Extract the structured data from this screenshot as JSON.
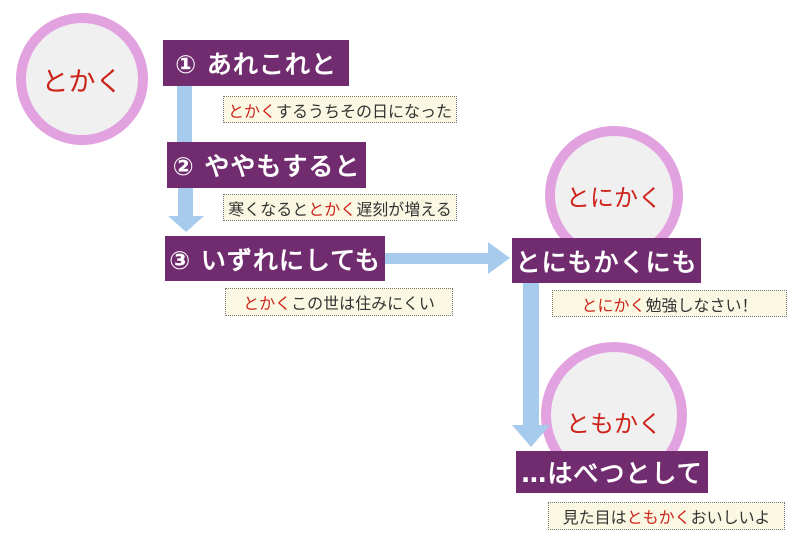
{
  "palette": {
    "box_purple": "#702c6f",
    "circle_ring_pink": "#e2a2df",
    "circle_fill_gray": "#f1f0f1",
    "arrow_blue": "#a6cbec",
    "highlight_red": "#cc231b",
    "example_bg_cream": "#faf8e3",
    "example_border": "#777777",
    "example_text": "#333333",
    "box_text": "#ffffff",
    "page_bg": "#ffffff"
  },
  "circles": {
    "tokaku": {
      "label": "とかく"
    },
    "tonikaku": {
      "label": "とにかく"
    },
    "tomokaku": {
      "label": "ともかく"
    }
  },
  "boxes": {
    "sense1": {
      "label": "① あれこれと"
    },
    "sense2": {
      "label": "② ややもすると"
    },
    "sense3": {
      "label": "③ いずれにしても"
    },
    "tonimo": {
      "label": "とにもかくにも"
    },
    "betsu": {
      "label": "…はべつとして"
    }
  },
  "examples": {
    "ex1": {
      "pre": "",
      "highlight": "とかく",
      "post": "するうちその日になった"
    },
    "ex2": {
      "pre": "寒くなると",
      "highlight": "とかく",
      "post": "遅刻が増える"
    },
    "ex3": {
      "pre": "",
      "highlight": "とかく",
      "post": "この世は住みにくい"
    },
    "ex4": {
      "pre": "",
      "highlight": "とにかく",
      "post": "勉強しなさい！"
    },
    "ex5": {
      "pre": "見た目は",
      "highlight": "ともかく",
      "post": "おいしいよ"
    }
  }
}
